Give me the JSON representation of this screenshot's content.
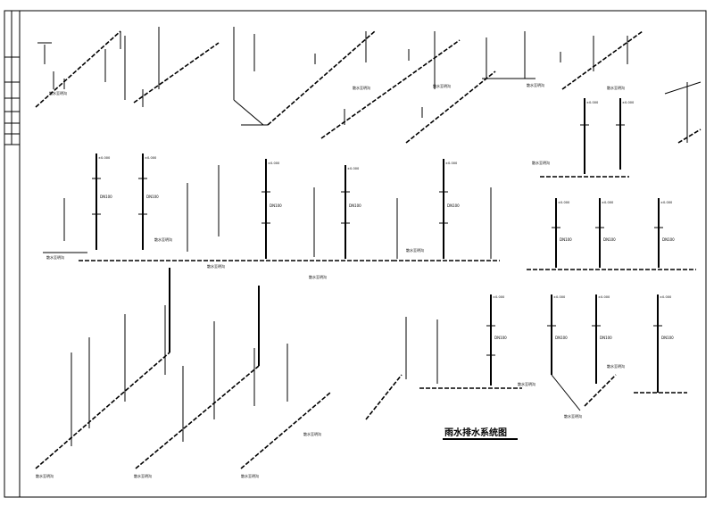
{
  "drawing": {
    "title": "雨水排水系统图",
    "notes": [
      "",
      ""
    ]
  },
  "common": {
    "outfall_label": "散水",
    "outfall_label_long": "散水至明沟",
    "elevation_label": "±0.000",
    "pipe_size": "DN100"
  },
  "colors": {
    "line": "#000000",
    "background": "#ffffff"
  }
}
